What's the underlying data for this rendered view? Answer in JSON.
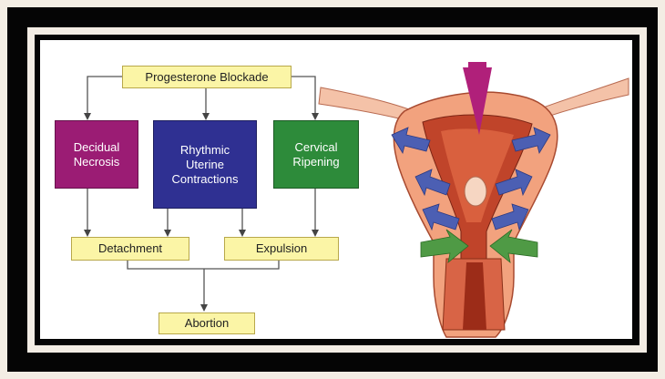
{
  "flowchart": {
    "top": "Progesterone Blockade",
    "causes": [
      {
        "label": "Decidual Necrosis",
        "color": "#9b1c74"
      },
      {
        "label": "Rhythmic Uterine Contractions",
        "color": "#2f3092"
      },
      {
        "label": "Cervical Ripening",
        "color": "#2d8b3a"
      }
    ],
    "effects": [
      "Detachment",
      "Expulsion"
    ],
    "result": "Abortion"
  },
  "illustration": {
    "subject": "uterus cross-section with contraction arrows",
    "arrow_colors": {
      "top": "#b0207a",
      "sides": "#4c5fb3",
      "cervix": "#4f9a45"
    }
  }
}
